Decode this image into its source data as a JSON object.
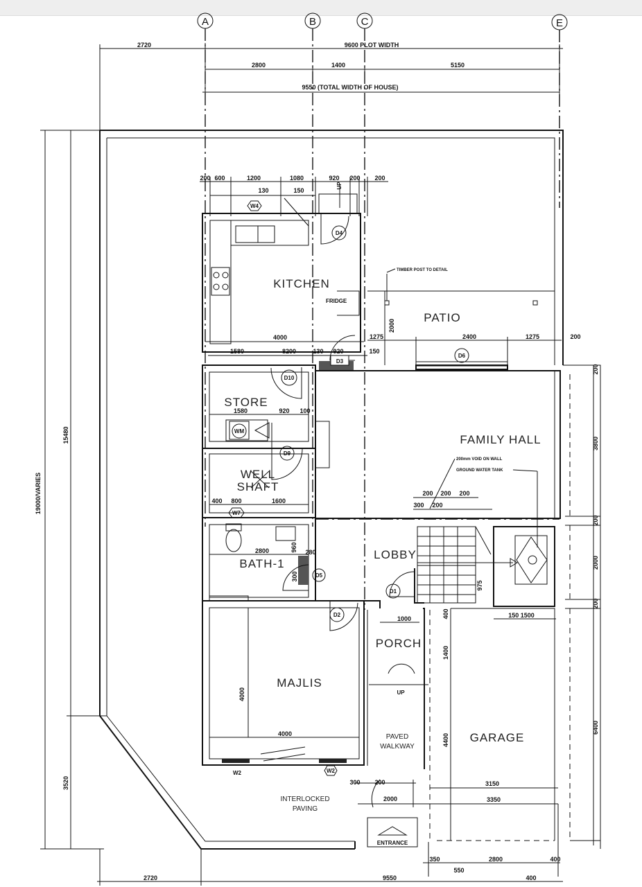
{
  "grid_labels": {
    "a": "A",
    "b": "B",
    "c": "C",
    "e": "E"
  },
  "dimensions": {
    "plot_left": "2720",
    "plot_width": "9600 PLOT WIDTH",
    "top_2800": "2800",
    "top_1400": "1400",
    "top_5150": "5150",
    "total_width": "9550  (TOTAL WIDTH OF HOUSE)",
    "row_200a": "200",
    "row_600": "600",
    "row_1200": "1200",
    "row_1080": "1080",
    "row_920": "920",
    "row_200b": "200",
    "row_200c": "200",
    "d130": "130",
    "d150": "150",
    "kitchen_4000": "4000",
    "d1275a": "1275",
    "d2400": "2400",
    "d1275b": "1275",
    "d200_right": "200",
    "d1580": "1580",
    "d8200": "8200",
    "d130b": "130",
    "d920b": "920",
    "d150b": "150",
    "patio_2000": "2000",
    "store_1580": "1580",
    "store_920": "920",
    "store_100": "100",
    "w_400": "400",
    "w_800": "800",
    "w_1600": "1600",
    "bath_2800": "2800",
    "bath_960": "960",
    "bath_280": "280",
    "bath_300": "300",
    "stair_300": "300",
    "stair_200a": "200",
    "stair_200b": "200",
    "stair_200c": "200",
    "stair_200d": "200",
    "stair_975": "975",
    "lobby_1000": "1000",
    "porch_400": "400",
    "porch_1400": "1400",
    "d1501500": "150 1500",
    "majlis_4000v": "4000",
    "majlis_4000h": "4000",
    "walk_4400": "4400",
    "g_300": "300",
    "g_200": "200",
    "g_2000": "2000",
    "g_3150": "3150",
    "g_3350": "3350",
    "b_350": "350",
    "b_2800": "2800",
    "b_400": "400",
    "b_550": "550",
    "b_400b": "400",
    "bottom_2720": "2720",
    "bottom_9550": "9550",
    "left_19000": "19000/VARIES",
    "left_15480": "15480",
    "left_3520": "3520",
    "right_200a": "200",
    "right_3800": "3800",
    "right_200b": "200",
    "right_2000": "2000",
    "right_200c": "200",
    "right_6400": "6400"
  },
  "rooms": {
    "kitchen": "KITCHEN",
    "patio": "PATIO",
    "store": "STORE",
    "family_hall": "FAMILY HALL",
    "well": "WELL",
    "shaft": "SHAFT",
    "bath": "BATH-1",
    "lobby": "LOBBY",
    "porch": "PORCH",
    "majlis": "MAJLIS",
    "garage": "GARAGE",
    "paved": "PAVED",
    "walkway": "WALKWAY",
    "interlocked": "INTERLOCKED",
    "paving": "PAVING",
    "entrance": "ENTRANCE"
  },
  "tags": {
    "w4": "W4",
    "d4": "D4",
    "d3": "D3",
    "d6": "D6",
    "d10": "D10",
    "wm": "WM",
    "d9": "D9",
    "w7": "W7",
    "d5": "D5",
    "d1": "D1",
    "d2": "D2",
    "w2a": "W2",
    "w2b": "W2",
    "fridge": "FRIDGE",
    "up1": "UP",
    "up2": "UP"
  },
  "notes": {
    "timber": "TIMBER POST TO DETAIL",
    "void": "200mm VOID ON WALL",
    "tank": "GROUND WATER TANK"
  }
}
